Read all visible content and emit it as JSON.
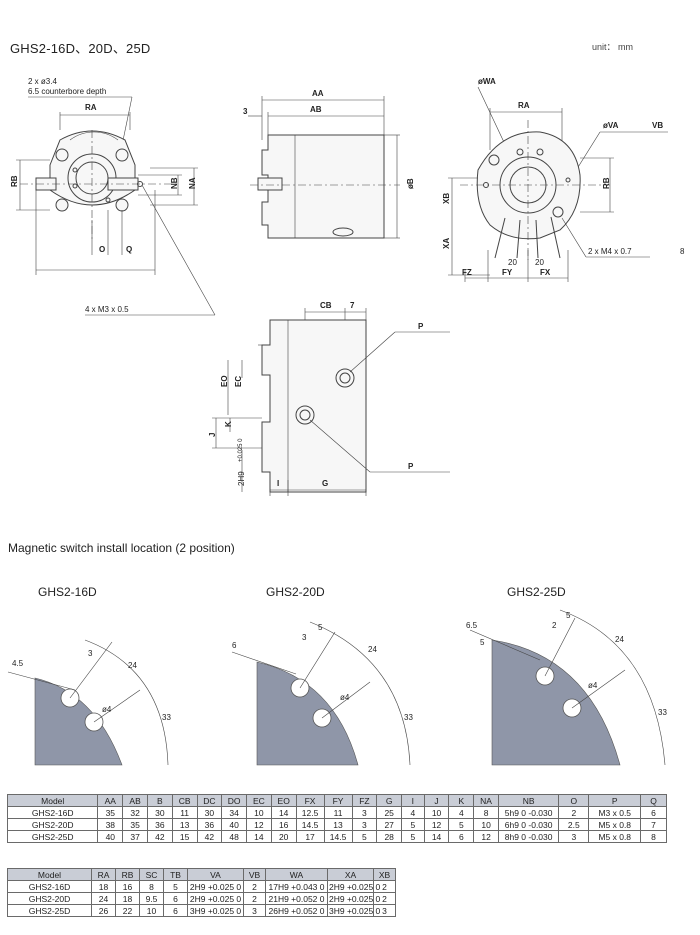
{
  "header": {
    "title": "GHS2-16D、20D、25D",
    "unit": "unit： mm"
  },
  "drawings": {
    "front": {
      "counterbore_note_1": "2 x ø3.4",
      "counterbore_note_2": "6.5 counterbore depth",
      "ra": "RA",
      "rb": "RB",
      "nb": "NB",
      "na": "NA",
      "o": "O",
      "q": "Q",
      "screw_note": "4 x M3 x 0.5"
    },
    "side": {
      "aa": "AA",
      "ab": "AB",
      "three": "3",
      "phi_b": "øB"
    },
    "right": {
      "wa": "øWA",
      "ra": "RA",
      "va": "øVA",
      "vb": "VB",
      "rb": "RB",
      "xb": "XB",
      "xa": "XA",
      "twenty_a": "20",
      "twenty_b": "20",
      "fz": "FZ",
      "fy": "FY",
      "fx": "FX",
      "m4": "2 x M4 x 0.7",
      "eight": "8"
    },
    "bottom": {
      "cb": "CB",
      "seven": "7",
      "p_top": "P",
      "p_bottom": "P",
      "eo": "EO",
      "ec": "EC",
      "j": "J",
      "k": "K",
      "h": "2H9",
      "h_tol": "+0.025 0",
      "i": "I",
      "g": "G"
    }
  },
  "section_title": "Magnetic switch install location (2 position)",
  "switch_views": [
    {
      "model": "GHS2-16D",
      "a": "4.5",
      "b": "3",
      "c": "24",
      "d": "ø4",
      "e": "33"
    },
    {
      "model": "GHS2-20D",
      "a": "6",
      "b": "3",
      "c": "5",
      "d": "24",
      "e": "ø4",
      "f": "33"
    },
    {
      "model": "GHS2-25D",
      "a": "6.5",
      "b": "5",
      "c": "2",
      "d": "5",
      "e": "24",
      "f": "ø4",
      "g": "33"
    }
  ],
  "table1": {
    "headers": [
      "Model",
      "AA",
      "AB",
      "B",
      "CB",
      "DC",
      "DO",
      "EC",
      "EO",
      "FX",
      "FY",
      "FZ",
      "G",
      "I",
      "J",
      "K",
      "NA",
      "NB",
      "O",
      "P",
      "Q"
    ],
    "rows": [
      [
        "GHS2-16D",
        "35",
        "32",
        "30",
        "11",
        "30",
        "34",
        "10",
        "14",
        "12.5",
        "11",
        "3",
        "25",
        "4",
        "10",
        "4",
        "8",
        "5h9 0 -0.030",
        "2",
        "M3 x 0.5",
        "6"
      ],
      [
        "GHS2-20D",
        "38",
        "35",
        "36",
        "13",
        "36",
        "40",
        "12",
        "16",
        "14.5",
        "13",
        "3",
        "27",
        "5",
        "12",
        "5",
        "10",
        "6h9 0 -0.030",
        "2.5",
        "M5 x 0.8",
        "7"
      ],
      [
        "GHS2-25D",
        "40",
        "37",
        "42",
        "15",
        "42",
        "48",
        "14",
        "20",
        "17",
        "14.5",
        "5",
        "28",
        "5",
        "14",
        "6",
        "12",
        "8h9 0 -0.030",
        "3",
        "M5 x 0.8",
        "8"
      ]
    ]
  },
  "table2": {
    "headers": [
      "Model",
      "RA",
      "RB",
      "SC",
      "TB",
      "VA",
      "VB",
      "WA",
      "XA",
      "XB"
    ],
    "rows": [
      [
        "GHS2-16D",
        "18",
        "16",
        "8",
        "5",
        "2H9 +0.025 0",
        "2",
        "17H9 +0.043 0",
        "2H9 +0.025 0",
        "2"
      ],
      [
        "GHS2-20D",
        "24",
        "18",
        "9.5",
        "6",
        "2H9 +0.025 0",
        "2",
        "21H9 +0.052 0",
        "2H9 +0.025 0",
        "2"
      ],
      [
        "GHS2-25D",
        "26",
        "22",
        "10",
        "6",
        "3H9 +0.025 0",
        "3",
        "26H9 +0.052 0",
        "3H9 +0.025 0",
        "3"
      ]
    ]
  }
}
